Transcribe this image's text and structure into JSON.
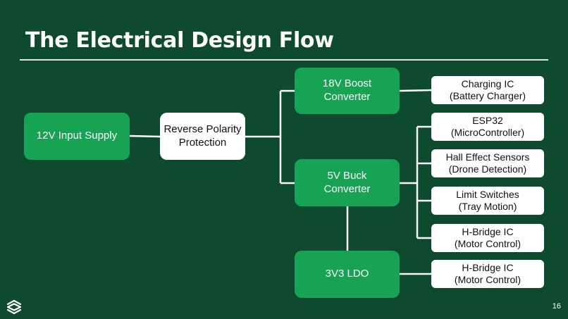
{
  "slide": {
    "title": "The Electrical Design Flow",
    "page_number": "16"
  },
  "nodes": {
    "input_supply": "12V Input Supply",
    "reverse_polarity": "Reverse Polarity\nProtection",
    "boost_18v": "18V Boost\nConverter",
    "buck_5v": "5V Buck\nConverter",
    "ldo_3v3": "3V3 LDO",
    "charging_ic": "Charging IC\n(Battery Charger)",
    "esp32": "ESP32\n(MicroController)",
    "hall_sensors": "Hall Effect Sensors\n(Drone Detection)",
    "limit_switches": "Limit Switches\n(Tray Motion)",
    "hbridge_5v": "H-Bridge IC\n(Motor Control)",
    "hbridge_3v3": "H-Bridge IC\n(Motor Control)"
  },
  "colors": {
    "background": "#0d4a2e",
    "accent_green": "#17a353",
    "connector": "#ffffff"
  },
  "icons": {
    "logo": "layered-wave-logo-icon"
  }
}
